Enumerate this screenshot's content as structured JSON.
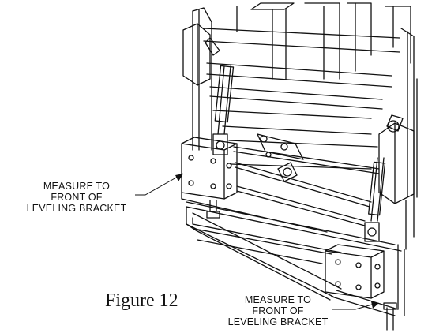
{
  "figure": {
    "caption": "Figure 12"
  },
  "callouts": {
    "left": {
      "line1": "MEASURE TO",
      "line2": "FRONT OF",
      "line3": "LEVELING BRACKET"
    },
    "bottom": {
      "line1": "MEASURE TO",
      "line2": "FRONT OF",
      "line3": "LEVELING BRACKET"
    }
  },
  "colors": {
    "line": "#111111",
    "background": "#ffffff"
  }
}
